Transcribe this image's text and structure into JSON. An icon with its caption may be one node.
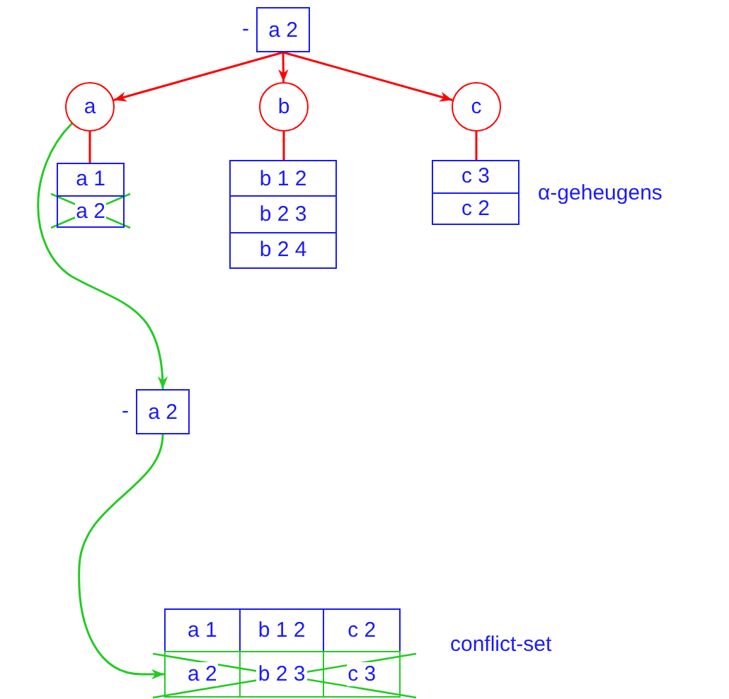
{
  "diagram": {
    "nodes": [
      {
        "text": [
          "a 2"
        ],
        "beside": [
          "-"
        ]
      },
      {
        "text": [
          "a"
        ]
      },
      {
        "text": [
          "b"
        ]
      },
      {
        "text": [
          "c"
        ]
      },
      {
        "text": [
          "a 1",
          "a 2"
        ]
      },
      {
        "text": [
          "b 1 2",
          "b 2 3",
          "b 2 4"
        ]
      },
      {
        "text": [
          "c 3",
          "c 2"
        ]
      },
      {
        "text": [
          "a 2"
        ],
        "beside": [
          "-"
        ]
      },
      {
        "text": [
          "a 1",
          "b 1 2",
          "c 2"
        ]
      },
      {
        "text": [
          "a 2",
          "b 2 3",
          "c 3"
        ]
      }
    ],
    "edges": [
      {
        "from": 0,
        "to": 1,
        "arrow": "to"
      },
      {
        "from": 0,
        "to": 2,
        "arrow": "to"
      },
      {
        "from": 0,
        "to": 3,
        "arrow": "to"
      },
      {
        "from": 1,
        "to": 4,
        "arrow": "none"
      },
      {
        "from": 2,
        "to": 5,
        "arrow": "none"
      },
      {
        "from": 3,
        "to": 6,
        "arrow": "none"
      },
      {
        "from": 1,
        "to": 7,
        "arrow": "to",
        "color": "#22cc22"
      },
      {
        "from": 7,
        "to": 9,
        "arrow": "to",
        "color": "#22cc22"
      }
    ],
    "labels": [
      "α-geheugens",
      "conflict-set"
    ]
  }
}
